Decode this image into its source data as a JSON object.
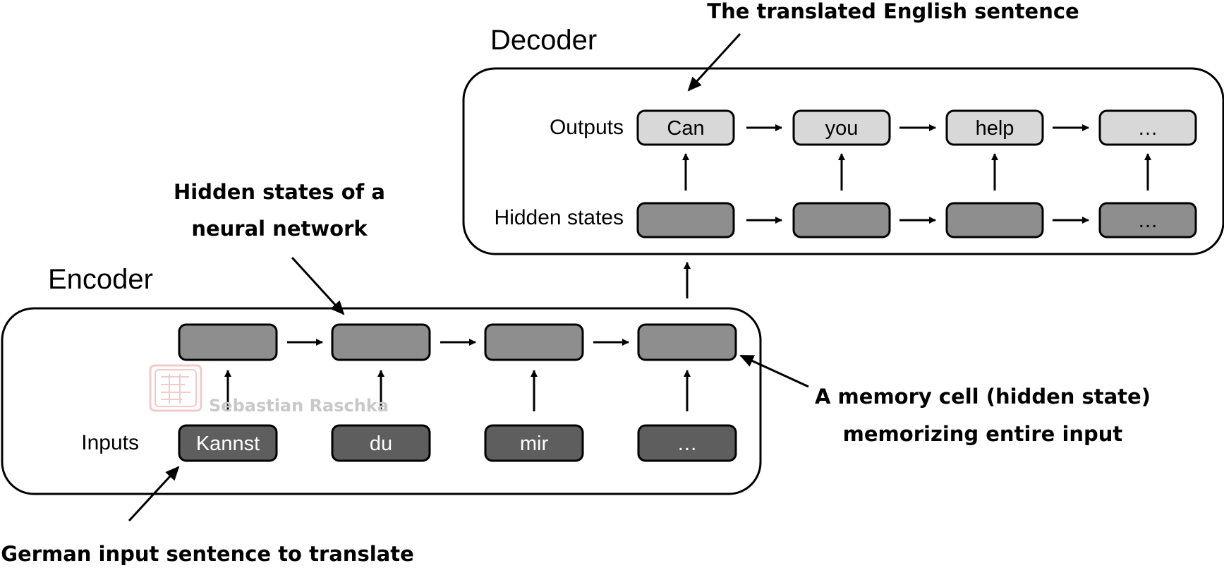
{
  "decoder": {
    "title": "Decoder",
    "outputs_label": "Outputs",
    "hidden_label": "Hidden states",
    "outputs": [
      "Can",
      "you",
      "help",
      "…"
    ],
    "hidden": [
      "",
      "",
      "",
      "…"
    ]
  },
  "encoder": {
    "title": "Encoder",
    "inputs_label": "Inputs",
    "inputs": [
      "Kannst",
      "du",
      "mir",
      "…"
    ],
    "hidden": [
      "",
      "",
      "",
      ""
    ]
  },
  "annotations": {
    "translated": "The translated English sentence",
    "hidden_states_line1": "Hidden states of a",
    "hidden_states_line2": "neural network",
    "memory_line1": "A memory cell (hidden state)",
    "memory_line2": "memorizing entire input",
    "german_input": "German input sentence to translate"
  },
  "watermark": {
    "text": "Sebastian Raschka"
  },
  "colors": {
    "output_box": "#d8d8d8",
    "hidden_box": "#8e8e8e",
    "input_box": "#5e5e5e",
    "stroke": "#000000",
    "watermark": "#e8a0a0"
  }
}
